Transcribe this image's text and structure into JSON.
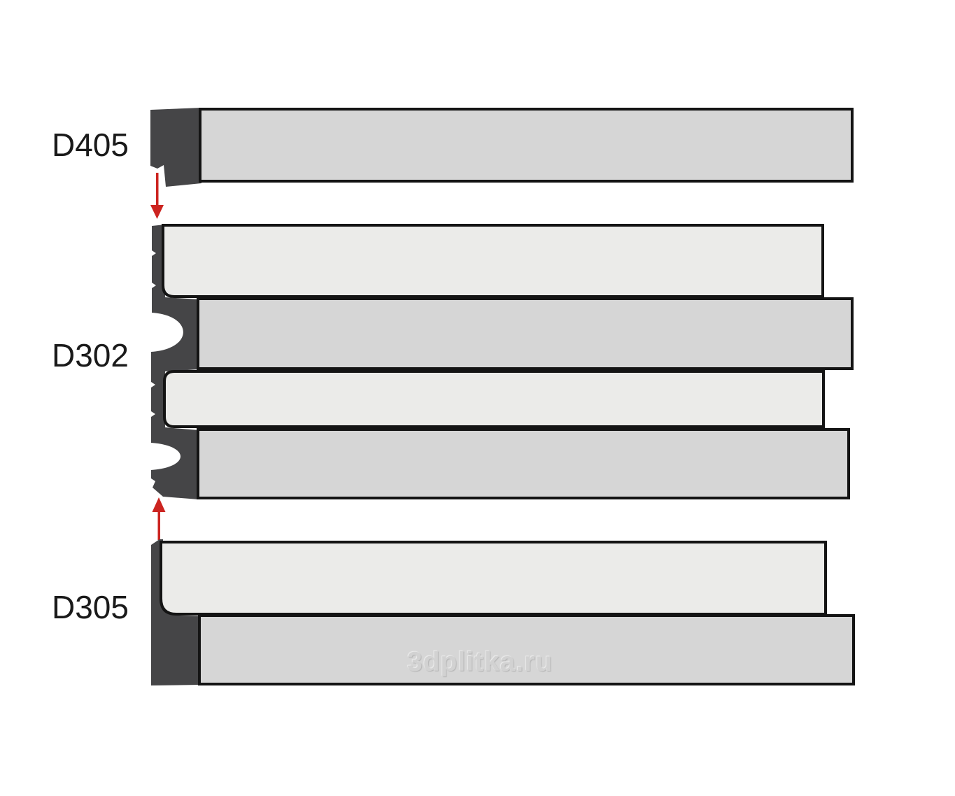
{
  "diagram": {
    "sections": [
      {
        "id": "d405",
        "label": "D405"
      },
      {
        "id": "d302",
        "label": "D302"
      },
      {
        "id": "d305",
        "label": "D305"
      }
    ],
    "watermark": "3dplitka.ru",
    "colors": {
      "background": "#ffffff",
      "profile_dark": "#454547",
      "panel_light": "#ebebe9",
      "panel_medium": "#d6d6d6",
      "outline": "#141414",
      "label_text": "#1a1a1a",
      "arrow_red": "#cc2420",
      "watermark_text": "#d2d2d2"
    }
  }
}
